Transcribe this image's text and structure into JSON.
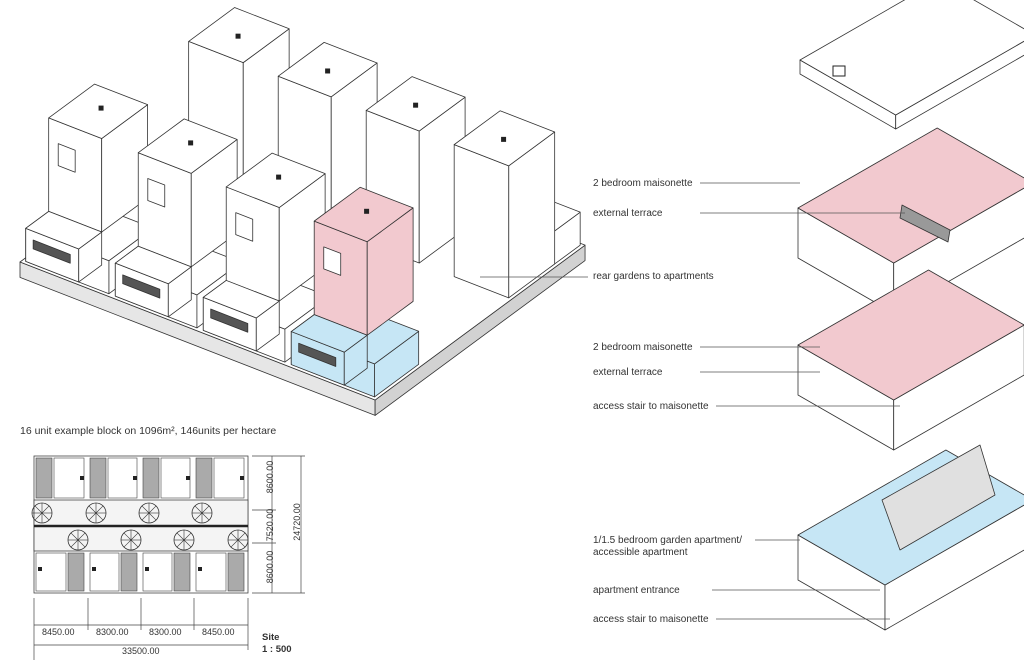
{
  "caption": "16 unit example block on 1096m², 146units per hectare",
  "labels": {
    "rear_gardens": "rear gardens to apartments",
    "upper_maisonette": "2 bedroom maisonette",
    "upper_terrace": "external terrace",
    "mid_maisonette": "2 bedroom maisonette",
    "mid_terrace": "external terrace",
    "mid_access_stair": "access stair to maisonette",
    "garden_apartment_1": "1/1.5 bedroom garden apartment/",
    "garden_apartment_2": "accessible apartment",
    "apartment_entrance": "apartment entrance",
    "ground_access_stair": "access stair to maisonette"
  },
  "plan": {
    "widths": [
      "8450.00",
      "8300.00",
      "8300.00",
      "8450.00"
    ],
    "total_width": "33500.00",
    "depths": [
      "8600.00",
      "7520.00",
      "8600.00"
    ],
    "total_depth": "24720.00",
    "site_label": "Site",
    "scale": "1 : 500"
  },
  "colors": {
    "maisonette": "#f2c9cf",
    "apartment": "#c6e6f5",
    "line": "#333333",
    "shadow": "#bdbdbd"
  }
}
